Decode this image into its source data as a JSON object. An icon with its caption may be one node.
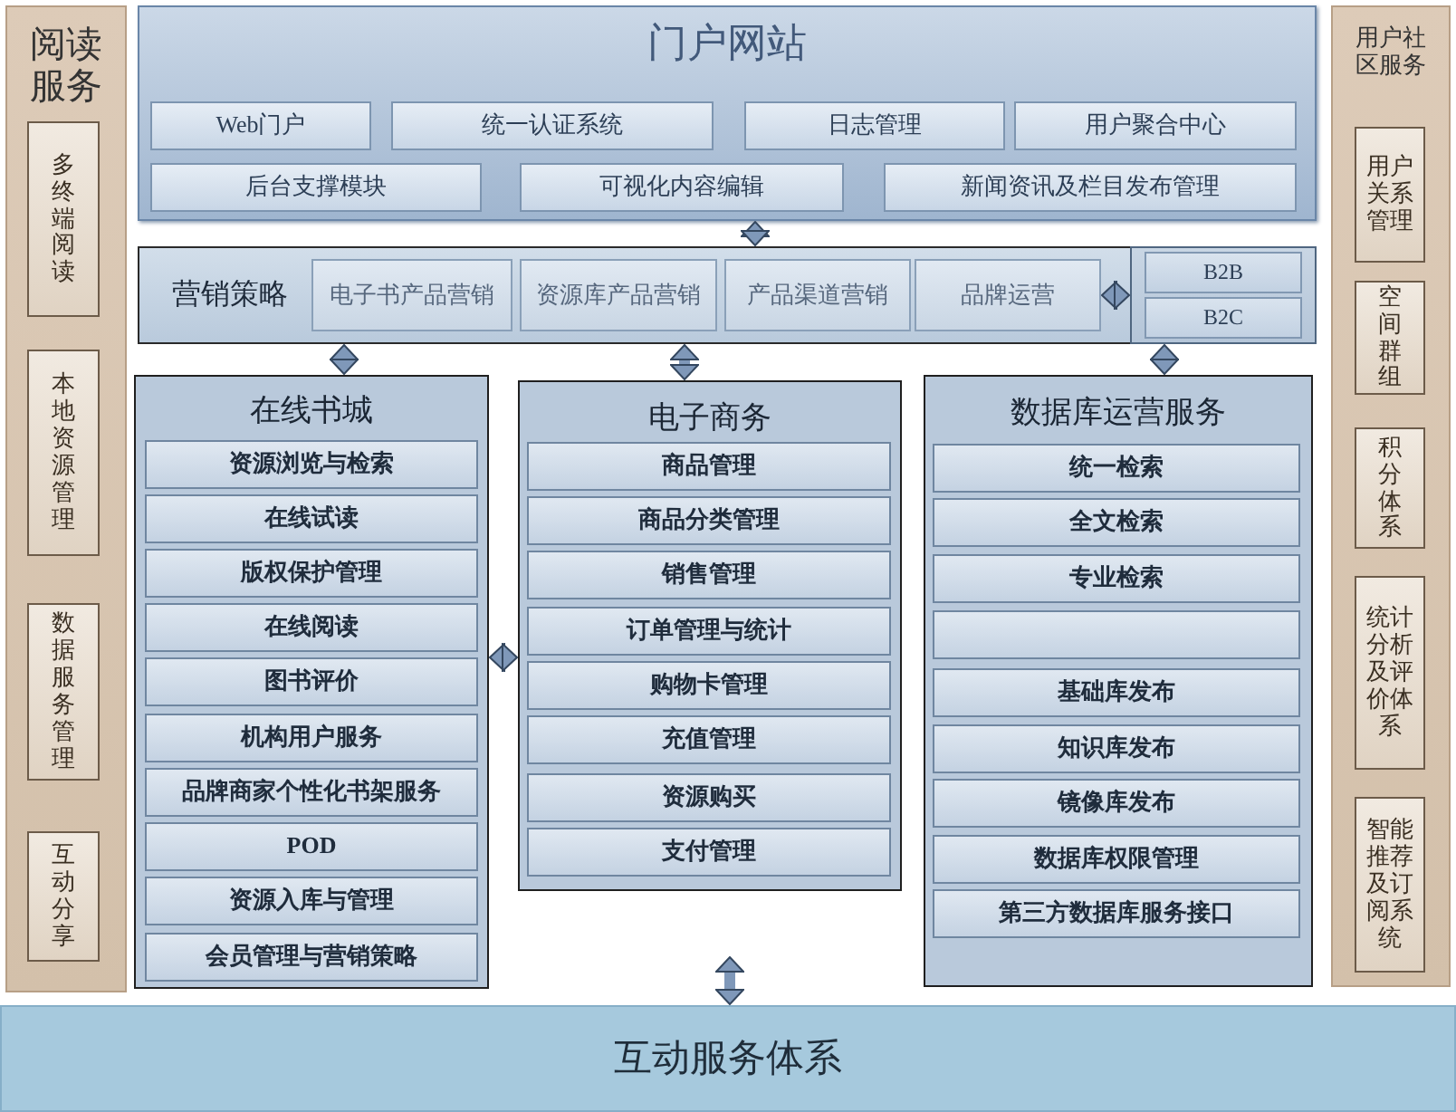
{
  "diagram": {
    "nodes": [
      {
        "text": [
          "阅读服务"
        ]
      },
      {
        "text": [
          "多终端阅读"
        ],
        "in": 0
      },
      {
        "text": [
          "本地资源管理"
        ],
        "in": 0
      },
      {
        "text": [
          "数据服务管理"
        ],
        "in": 0
      },
      {
        "text": [
          "互动分享"
        ],
        "in": 0
      },
      {
        "text": [
          "门户网站"
        ]
      },
      {
        "text": [
          "Web门户"
        ],
        "in": 5
      },
      {
        "text": [
          "统一认证系统"
        ],
        "in": 5
      },
      {
        "text": [
          "日志管理"
        ],
        "in": 5
      },
      {
        "text": [
          "用户聚合中心"
        ],
        "in": 5
      },
      {
        "text": [
          "后台支撑模块"
        ],
        "in": 5
      },
      {
        "text": [
          "可视化内容编辑"
        ],
        "in": 5
      },
      {
        "text": [
          "新闻资讯及栏目发布管理"
        ],
        "in": 5
      },
      {
        "text": [
          "营销策略"
        ]
      },
      {
        "text": [
          "电子书产品营销"
        ],
        "in": 13
      },
      {
        "text": [
          "资源库产品营销"
        ],
        "in": 13
      },
      {
        "text": [
          "产品渠道营销"
        ],
        "in": 13
      },
      {
        "text": [
          "品牌运营"
        ],
        "in": 13
      },
      {
        "text": [],
        "shape": "box",
        "in": 13
      },
      {
        "text": [
          "B2B"
        ],
        "in": 18
      },
      {
        "text": [
          "B2C"
        ],
        "in": 18
      },
      {
        "text": [
          "在线书城"
        ]
      },
      {
        "text": [
          "资源浏览与检索"
        ],
        "in": 21
      },
      {
        "text": [
          "在线试读"
        ],
        "in": 21
      },
      {
        "text": [
          "版权保护管理"
        ],
        "in": 21
      },
      {
        "text": [
          "在线阅读"
        ],
        "in": 21
      },
      {
        "text": [
          "图书评价"
        ],
        "in": 21
      },
      {
        "text": [
          "机构用户服务"
        ],
        "in": 21
      },
      {
        "text": [
          "品牌商家个性化书架服务"
        ],
        "in": 21
      },
      {
        "text": [
          "POD"
        ],
        "in": 21
      },
      {
        "text": [
          "资源入库与管理"
        ],
        "in": 21
      },
      {
        "text": [
          "会员管理与营销策略"
        ],
        "in": 21
      },
      {
        "text": [
          "电子商务"
        ]
      },
      {
        "text": [
          "商品管理"
        ],
        "in": 32
      },
      {
        "text": [
          "商品分类管理"
        ],
        "in": 32
      },
      {
        "text": [
          "销售管理"
        ],
        "in": 32
      },
      {
        "text": [
          "订单管理与统计"
        ],
        "in": 32
      },
      {
        "text": [
          "购物卡管理"
        ],
        "in": 32
      },
      {
        "text": [
          "充值管理"
        ],
        "in": 32
      },
      {
        "text": [
          "资源购买"
        ],
        "in": 32
      },
      {
        "text": [
          "支付管理"
        ],
        "in": 32
      },
      {
        "text": [
          "数据库运营服务"
        ]
      },
      {
        "text": [
          "统一检索"
        ],
        "in": 41
      },
      {
        "text": [
          "全文检索"
        ],
        "in": 41
      },
      {
        "text": [
          "专业检索"
        ],
        "in": 41
      },
      {
        "text": [],
        "shape": "box",
        "in": 41
      },
      {
        "text": [
          "基础库发布"
        ],
        "in": 41
      },
      {
        "text": [
          "知识库发布"
        ],
        "in": 41
      },
      {
        "text": [
          "镜像库发布"
        ],
        "in": 41
      },
      {
        "text": [
          "数据库权限管理"
        ],
        "in": 41
      },
      {
        "text": [
          "第三方数据库服务接口"
        ],
        "in": 41
      },
      {
        "text": [
          "用户社区服务"
        ]
      },
      {
        "text": [
          "用户关系管理"
        ],
        "in": 51
      },
      {
        "text": [
          "空间群组"
        ],
        "in": 51
      },
      {
        "text": [
          "积分体系"
        ],
        "in": 51
      },
      {
        "text": [
          "统计分析及评价体系"
        ],
        "in": 51
      },
      {
        "text": [
          "智能推荐及订阅系统"
        ],
        "in": 51
      },
      {
        "text": [
          "互动服务体系"
        ]
      }
    ],
    "edges": [
      {
        "from": 5,
        "to": 13,
        "arrow": "both"
      },
      {
        "from": 17,
        "to": 18,
        "arrow": "both"
      },
      {
        "from": 13,
        "to": 21,
        "arrow": "both"
      },
      {
        "from": 13,
        "to": 32,
        "arrow": "both"
      },
      {
        "from": 18,
        "to": 41,
        "arrow": "both"
      },
      {
        "from": 21,
        "to": 32,
        "arrow": "both"
      },
      {
        "from": null,
        "to": 57,
        "arrow": "both"
      }
    ]
  }
}
